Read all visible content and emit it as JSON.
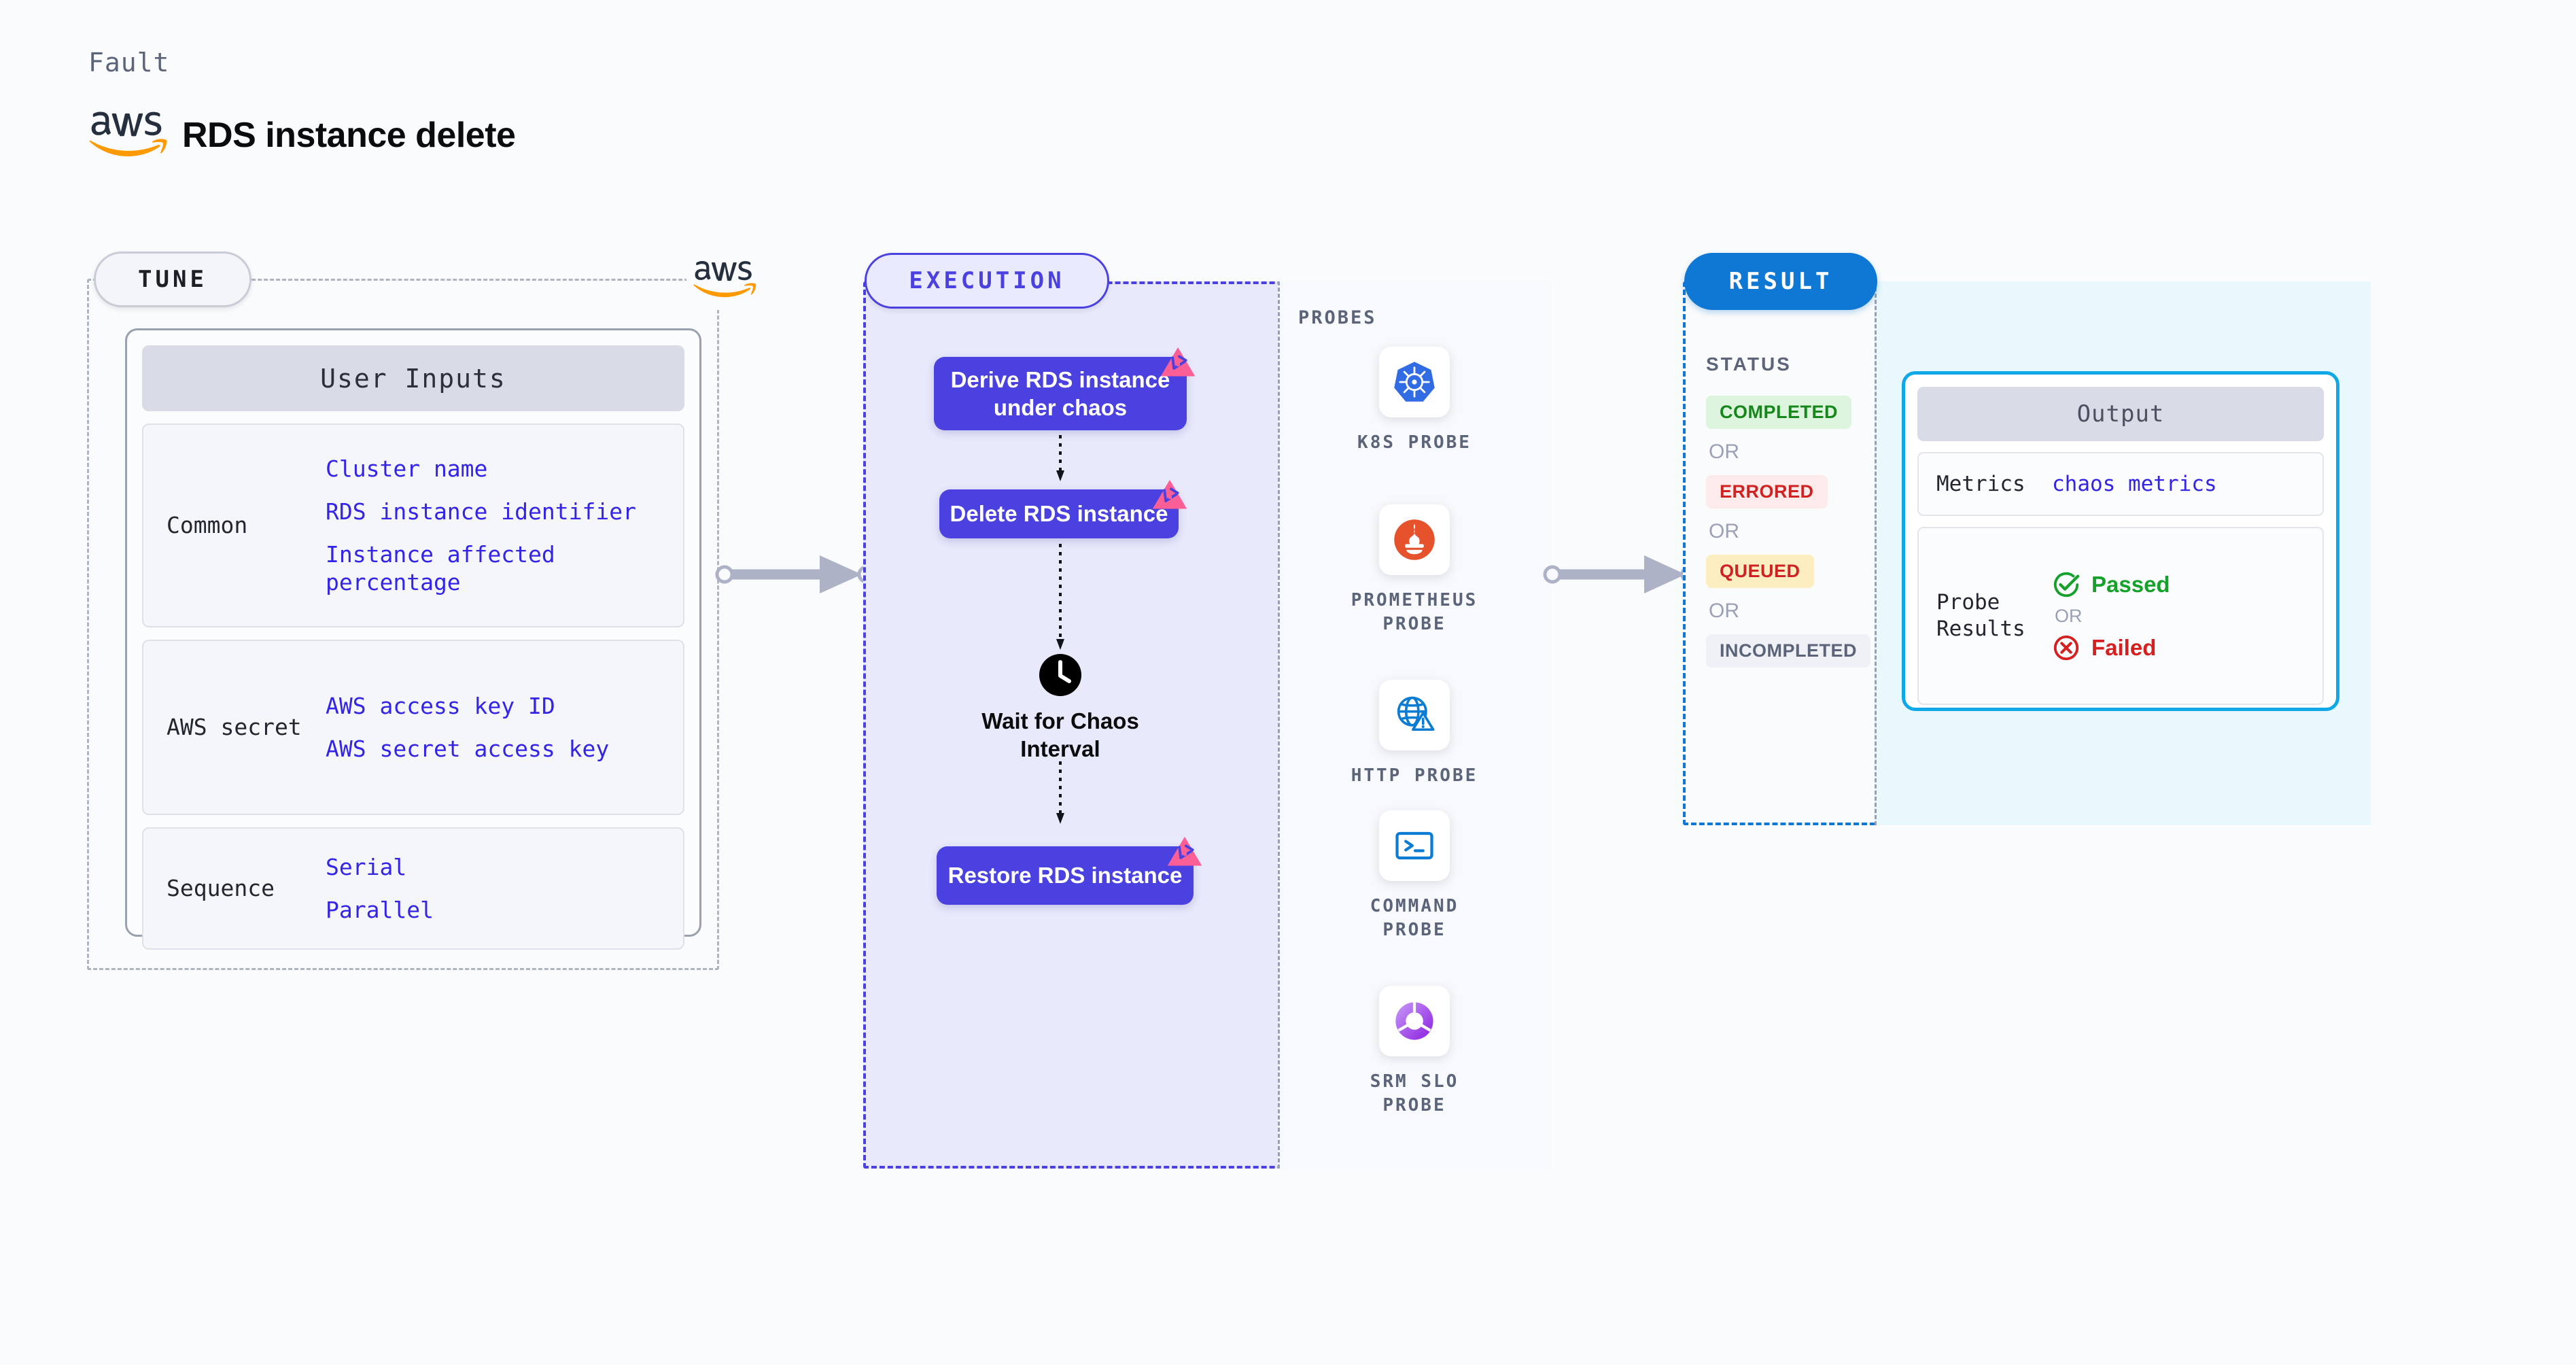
{
  "header": {
    "eyebrow": "Fault",
    "provider_icon": "aws-logo-icon",
    "title": "RDS instance delete"
  },
  "stages": {
    "tune": {
      "pill_label": "TUNE",
      "provider_icon": "aws-logo-icon",
      "card": {
        "title": "User Inputs",
        "groups": [
          {
            "label": "Common",
            "values": [
              "Cluster name",
              "RDS instance identifier",
              "Instance affected percentage"
            ]
          },
          {
            "label": "AWS secret",
            "values": [
              "AWS access key ID",
              "AWS secret access key"
            ]
          },
          {
            "label": "Sequence",
            "values": [
              "Serial",
              "Parallel"
            ]
          }
        ]
      }
    },
    "execution": {
      "pill_label": "EXECUTION",
      "flow": [
        {
          "type": "node",
          "label": "Derive RDS instance under chaos",
          "badge_icon": "litmus-logo-icon"
        },
        {
          "type": "node",
          "label": "Delete RDS instance",
          "badge_icon": "litmus-logo-icon"
        },
        {
          "type": "wait",
          "label": "Wait for Chaos Interval",
          "icon": "clock-icon"
        },
        {
          "type": "node",
          "label": "Restore RDS instance",
          "badge_icon": "litmus-logo-icon"
        }
      ],
      "probes": {
        "title": "PROBES",
        "items": [
          {
            "label": "K8S PROBE",
            "icon": "kubernetes-icon"
          },
          {
            "label": "PROMETHEUS\nPROBE",
            "icon": "prometheus-icon"
          },
          {
            "label": "HTTP PROBE",
            "icon": "http-globe-warning-icon"
          },
          {
            "label": "COMMAND\nPROBE",
            "icon": "terminal-icon"
          },
          {
            "label": "SRM SLO\nPROBE",
            "icon": "srm-slo-icon"
          }
        ]
      }
    },
    "result": {
      "pill_label": "RESULT",
      "status": {
        "title": "STATUS",
        "or_label": "OR",
        "badges": [
          {
            "label": "COMPLETED",
            "bg": "#dcf5dc",
            "fg": "#16871b"
          },
          {
            "label": "ERRORED",
            "bg": "#fdeaea",
            "fg": "#cf2222"
          },
          {
            "label": "QUEUED",
            "bg": "#fdeec2",
            "fg": "#cf2222"
          },
          {
            "label": "INCOMPLETED",
            "bg": "#f0f1f6",
            "fg": "#5b6478"
          }
        ]
      },
      "output": {
        "title": "Output",
        "metrics": {
          "label": "Metrics",
          "value": "chaos metrics"
        },
        "probe_results": {
          "label": "Probe\nResults",
          "passed": "Passed",
          "or_label": "OR",
          "failed": "Failed",
          "passed_icon": "check-circle-icon",
          "failed_icon": "x-circle-icon"
        }
      }
    }
  },
  "colors": {
    "accent_purple": "#4b40e0",
    "accent_blue": "#0f77d4",
    "accent_cyan": "#11a8e8",
    "litmus_pink": "#fc5e96",
    "value_blue": "#3324e8",
    "passed_green": "#16a22a",
    "failed_red": "#d61f1f",
    "aws_orange": "#ff9900"
  }
}
